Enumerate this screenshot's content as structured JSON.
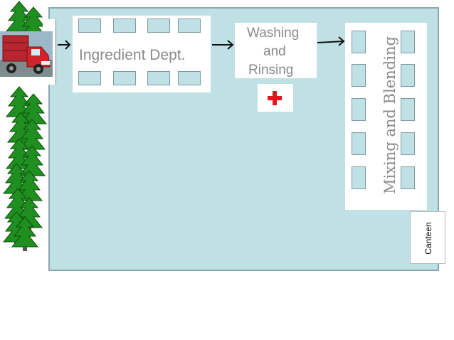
{
  "departments": {
    "ingredient": {
      "label": "Ingredient Dept."
    },
    "washing": {
      "label_lines": [
        "Washing",
        "and",
        "Rinsing"
      ]
    },
    "mixing": {
      "label": "Mixing and Blending"
    },
    "canteen": {
      "label": "Canteen"
    }
  },
  "icons": {
    "first_aid": "first-aid-cross-icon",
    "tree": "pine-tree-icon",
    "truck": "delivery-truck-icon"
  },
  "colors": {
    "floor": "#bfe1e6",
    "trees": "#1f8f1f",
    "first_aid": "#e8141d",
    "truck": "#c8202a",
    "label_text": "#8a8a8a"
  }
}
